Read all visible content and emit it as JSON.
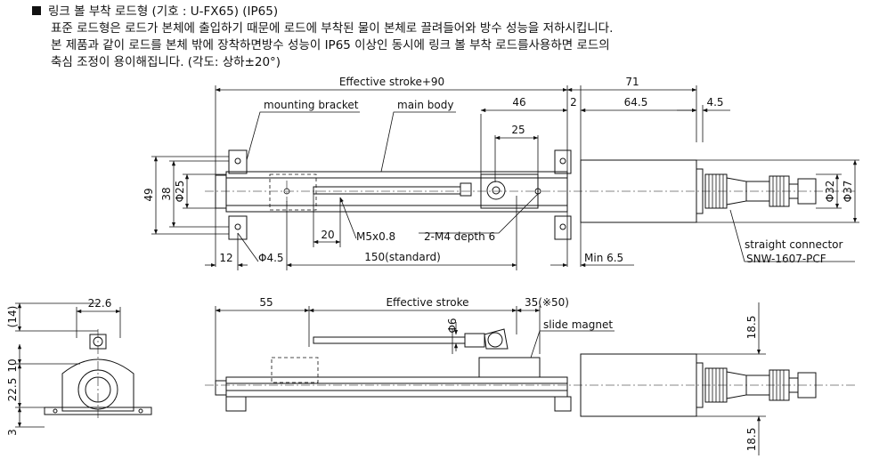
{
  "header": {
    "title": "링크 볼 부착 로드형 (기호 : U-FX65) (IP65)",
    "line1": "표준 로드형은 로드가 본체에 출입하기 때문에 로드에 부착된 물이 본체로 끌려들어와 방수 성능을 저하시킵니다.",
    "line2": "본 제품과 같이 로드를 본체 밖에 장착하면방수 성능이 IP65 이상인 동시에 링크 볼 부착 로드를사용하면 로드의",
    "line3": "축심 조정이 용이해집니다. (각도: 상하±20°)"
  },
  "labels": {
    "effective_stroke_90": "Effective stroke+90",
    "dim_71": "71",
    "mounting_bracket": "mounting bracket",
    "main_body": "main body",
    "dim_46": "46",
    "dim_2": "2",
    "dim_64_5": "64.5",
    "dim_4_5": "4.5",
    "dim_25": "25",
    "dim_49": "49",
    "dim_38": "38",
    "phi25": "Φ25",
    "phi32": "Φ32",
    "phi37": "Φ37",
    "dim_20": "20",
    "m5": "M5x0.8",
    "m4": "2-M4 depth 6",
    "dim_12": "12",
    "phi4_5": "Φ4.5",
    "standard": "150(standard)",
    "min": "Min 6.5",
    "straight_connector": "straight connector",
    "snw": "SNW-1607-PCF",
    "dim_14": "(14)",
    "dim_22_6": "22.6",
    "dim_10": "10",
    "dim_22_5": "22.5",
    "dim_3": "3",
    "dim_55": "55",
    "effective_stroke": "Effective stroke",
    "dim_35": "35(※50)",
    "phi6": "Φ6",
    "slide_magnet": "slide magnet",
    "dim_18_5_top": "18.5",
    "dim_18_5_bot": "18.5"
  }
}
